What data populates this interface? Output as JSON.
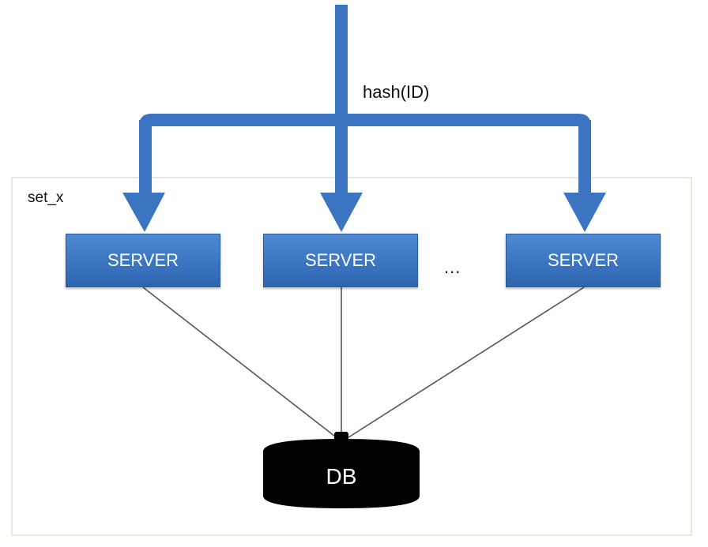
{
  "set_label": "set_x",
  "hash_label": "hash(ID)",
  "servers": [
    {
      "label": "SERVER"
    },
    {
      "label": "SERVER"
    },
    {
      "label": "SERVER"
    }
  ],
  "ellipsis": "...",
  "db_label": "DB",
  "colors": {
    "arrow": "#3b74c1",
    "server_fill": "#3b75c2",
    "server_text": "#ffffff",
    "db_fill": "#000000",
    "connector": "#555555",
    "set_border": "#ece8da"
  }
}
